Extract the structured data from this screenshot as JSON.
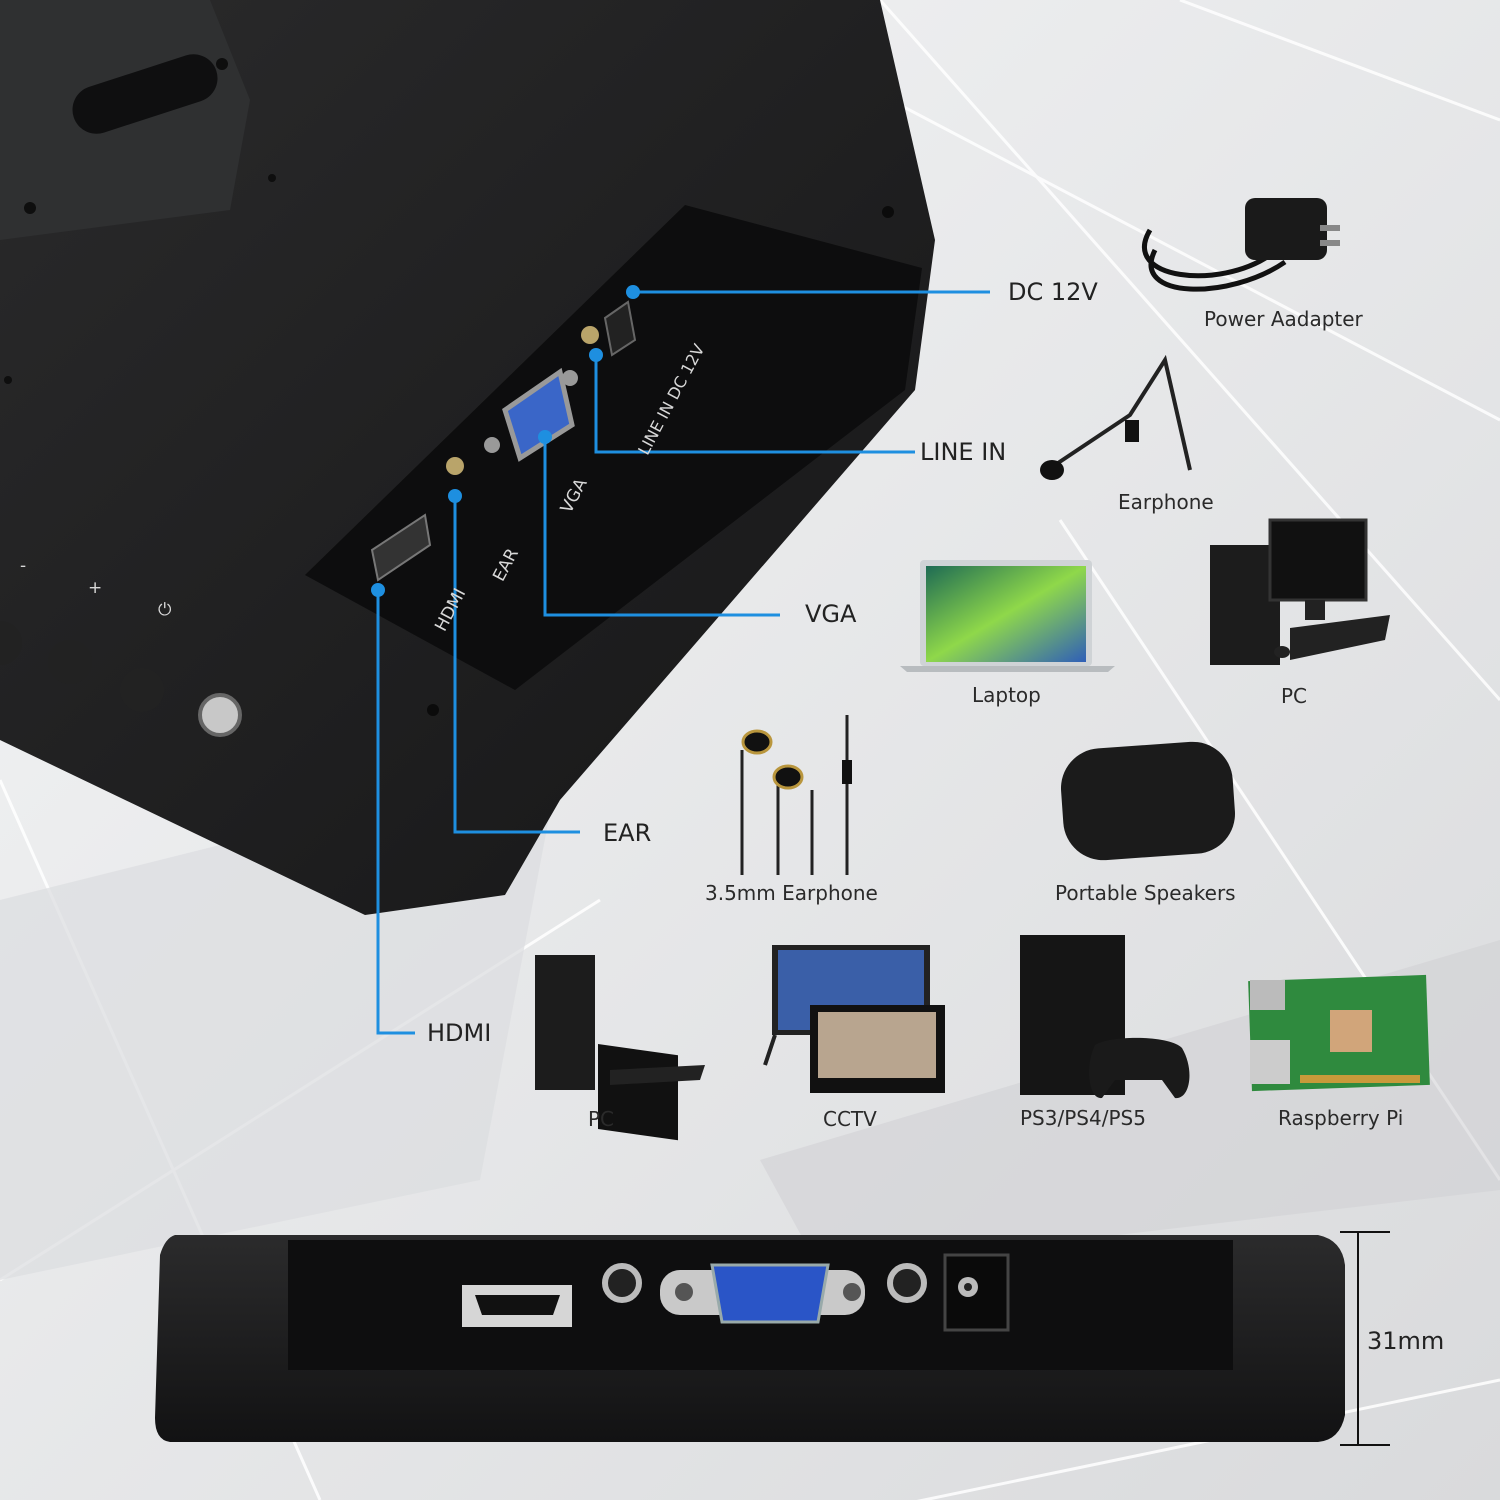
{
  "callouts": {
    "dc": "DC 12V",
    "line_in": "LINE IN",
    "vga": "VGA",
    "ear": "EAR",
    "hdmi": "HDMI"
  },
  "panel_print": {
    "line_in_dc": "LINE IN DC 12V",
    "vga": "VGA",
    "ear": "EAR",
    "hdmi": "HDMI",
    "minus": "-",
    "plus": "+",
    "power": "⏻"
  },
  "devices": {
    "power_adapter": "Power Aadapter",
    "earphone": "Earphone",
    "laptop": "Laptop",
    "pc_top": "PC",
    "earphone_35": "3.5mm Earphone",
    "speakers": "Portable Speakers",
    "pc_bottom": "PC",
    "cctv": "CCTV",
    "ps": "PS3/PS4/PS5",
    "raspberry": "Raspberry Pi"
  },
  "dimension": "31mm",
  "colors": {
    "accent": "#1e8fe0",
    "body": "#1b1b1c",
    "background": "#e9eaec"
  },
  "icons": [
    "power-adapter-icon",
    "headset-mic-icon",
    "laptop-icon",
    "desktop-pc-icon",
    "in-ear-earphone-icon",
    "speaker-icon",
    "cctv-monitor-icon",
    "game-console-icon",
    "raspberry-pi-board-icon"
  ]
}
